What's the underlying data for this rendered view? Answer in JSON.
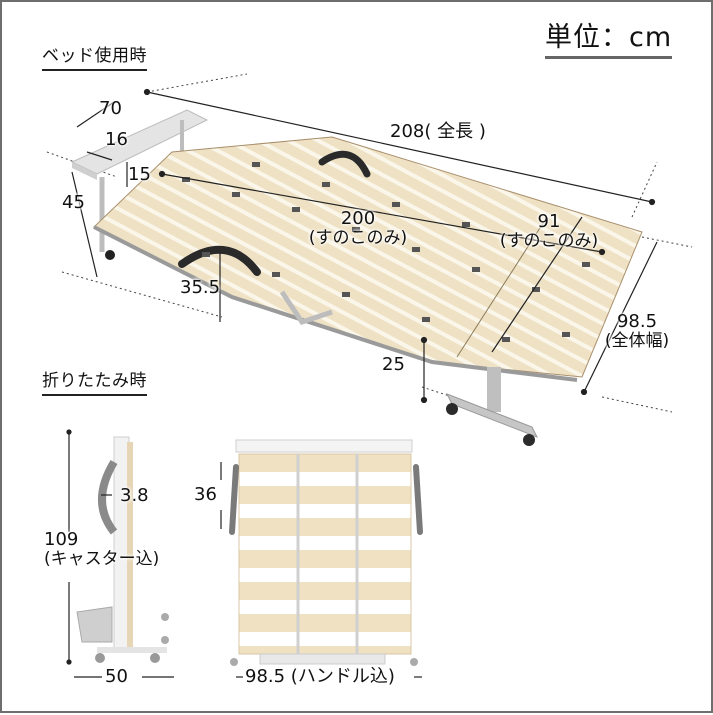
{
  "unit_label": "単位：cm",
  "sections": {
    "in_use": {
      "heading": "ベッド使用時",
      "dimensions": {
        "total_length": "208( 全長 )",
        "slat_length_value": "200",
        "slat_length_note": "(すのこのみ)",
        "slat_width_value": "91",
        "slat_width_note": "(すのこのみ)",
        "total_width_value": "98.5",
        "total_width_note": "(全体幅)",
        "headboard_depth": "70",
        "headboard_shelf": "16",
        "headboard_gap": "15",
        "headboard_height": "45",
        "bed_height": "35.5",
        "floor_clearance": "25"
      }
    },
    "folded": {
      "heading": "折りたたみ時",
      "side_view": {
        "height_value": "109",
        "height_note": "(キャスター込)",
        "handle_depth": "3.8",
        "depth": "50"
      },
      "front_view": {
        "handle_height": "36",
        "width": "98.5 (ハンドル込)"
      }
    }
  },
  "colors": {
    "frame_border": "#6e6e6e",
    "wood_slat": "#efe3c8",
    "metal": "#d9d9d9",
    "handle": "#2a2a2a",
    "dimension_line": "#222222"
  }
}
